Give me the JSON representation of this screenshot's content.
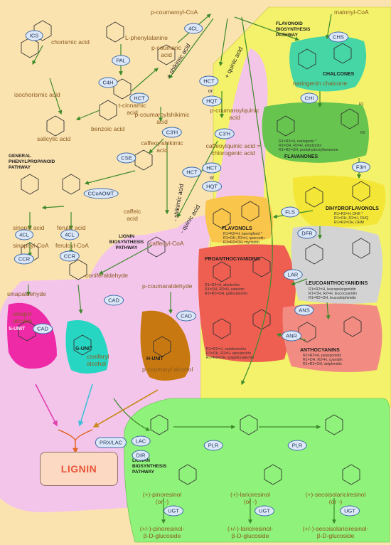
{
  "colors": {
    "background": "#fbe3b0",
    "flavonoid_region": "#f3f26a",
    "lignin_region": "#f2c3ee",
    "lignan_region": "#8ff27a",
    "chalcone": "#46d6a6",
    "flavanone": "#67c44f",
    "dihydroflavonol": "#f4e636",
    "flavonol": "#f9c54a",
    "proanthocyanidin": "#ee5f52",
    "leucoanthocyanidin": "#d3d3d3",
    "anthocyanin": "#f28c82",
    "s_unit": "#ee2aa7",
    "g_unit": "#27d6c2",
    "h_unit": "#c87810",
    "enzyme_fill": "#dce8f8",
    "enzyme_border": "#3d6aa8",
    "lignin_text": "#e8553a"
  },
  "metabolites": {
    "p_coumaroyl_coa": "p-coumaroyl-CoA",
    "malonyl_coa": "malonyl-CoA",
    "chorismic_acid": "chorismic acid",
    "l_phenylalanine": "L-phenylalanine",
    "p_coumaric_acid_1": "p-coumaric",
    "p_coumaric_acid_2": "acid",
    "isochorismic_acid": "isochorismic acid",
    "t_cinnamic_acid": "t-cinnamic",
    "t_cinnamic_acid_2": "acid",
    "benzoic_acid": "benzoic acid",
    "salicylic_acid": "salicylic acid",
    "p_coumaroylshikimic_1": "p-coumaroylshikimic",
    "p_coumaroylshikimic_2": "acid",
    "p_coumaroylquinic_1": "p-coumaroylquinic",
    "p_coumaroylquinic_2": "acid",
    "caffeoylshikimic_1": "caffeoylshikimic",
    "caffeoylshikimic_2": "acid",
    "caffeoylquinic_1": "caffeoylquinic acid =",
    "caffeoylquinic_2": "chlorogenic acid",
    "caffeic_acid_1": "caffeic",
    "caffeic_acid_2": "acid",
    "caffeoyl_coa": "caffeoyl-CoA",
    "sinapic_acid": "sinapic acid",
    "ferulic_acid": "ferulic acid",
    "sinapoyl_coa": "sinapoyl-CoA",
    "feruloyl_coa": "feruloyl-CoA",
    "coniferaldehyde": "coniferaldehyde",
    "sinapaldehyde": "sinapaldehyde",
    "p_coumaraldehyde": "p-coumaraldehyde",
    "coniferyl_alcohol_1": "coniferyl",
    "coniferyl_alcohol_2": "alcohol",
    "sinapyl_alcohol_1": "sinapyl",
    "sinapyl_alcohol_2": "alcohol",
    "p_coumaryl_alcohol": "p-coumaryl alcohol",
    "naringenin_chalcone": "naringenin chalcone",
    "pinoresinol": "(+)-pinoresinol",
    "lariciresinol": "(+)-lariciresinol",
    "secoisolariciresinol": "(+)-secoisolariciresinol",
    "or_minus": "(or -)",
    "pinoresinol_glucoside_1": "(+/-)-pinoresinol-",
    "lariciresinol_glucoside_1": "(+/-)-lariciresinol-",
    "secoisolariciresinol_glucoside_1": "(+/-)-secoisolariciresinol-",
    "glucoside_suffix": "β-D-glucoside"
  },
  "enzymes": {
    "ics": "ICS",
    "pal": "PAL",
    "c4h": "C4H",
    "fourcl": "4CL",
    "hct": "HCT",
    "hqt": "HQT",
    "or": "or",
    "c3h": "C3'H",
    "cse": "CSE",
    "ccoaomt": "CCoAOMT",
    "ccr": "CCR",
    "cad": "CAD",
    "chs": "CHS",
    "chi": "CHI",
    "f3h": "F3H",
    "fls": "FLS",
    "dfr": "DFR",
    "lar": "LAR",
    "ans": "ANS",
    "anr": "ANR",
    "prx_lac": "PRX/LAC",
    "lac": "LAC",
    "dir": "DIR",
    "plr": "PLR",
    "ugt": "UGT"
  },
  "edge_labels": {
    "shikimic_plus": "+ shikimic acid",
    "quinic_plus": "+ quinic acid",
    "shikimic_minus": "- shikimic acid",
    "quinic_minus": "- quinic acid"
  },
  "pathways": {
    "general_1": "GENERAL",
    "general_2": "PHENYLPROPANOID",
    "general_3": "PATHWAY",
    "lignin_1": "LIGNIN",
    "lignin_2": "BIOSYNTHESIS",
    "lignin_3": "PATHWAY",
    "flavonoid_1": "FLAVONOID",
    "flavonoid_2": "BIOSYNTHESIS",
    "flavonoid_3": "PATHWAY",
    "lignan_1": "LIGNAN",
    "lignan_2": "BIOSYNTHESIS",
    "lignan_3": "PATHWAY",
    "lignin": "LIGNIN"
  },
  "units": {
    "s_unit": "S-UNIT",
    "g_unit": "G-UNIT",
    "h_unit": "H-UNIT"
  },
  "flavonoids": {
    "chalcones": "CHALCONES",
    "flavanones": "FLAVANONES",
    "flavanones_l1": "R1=R2=H, naringenin *",
    "flavanones_l2": "R1=OH, R2=H, eriodyctiol",
    "flavanones_l3": "R1=R2=OH, pentahydroxyflavanone",
    "dihydroflavonols": "DIHYDROFLAVONOLS",
    "dihydro_l1": "R1=R2=H, DHK *",
    "dihydro_l2": "R1=OH, R2=H, DHQ",
    "dihydro_l3": "R1=R2=OH, DHM",
    "flavonols": "FLAVONOLS",
    "flavonols_l1": "R1=R2=H, kaempferol *",
    "flavonols_l2": "R1=OH, R2=H, quercetin",
    "flavonols_l3": "R1=R2=OH, myricetin",
    "proanthocyanidins": "PROANTHOCYANIDINS",
    "proantho_l1": "R1=R2=H, afzelechin",
    "proantho_l2": "R1=OH, R2=H, catechin",
    "proantho_l3": "R1=R2=OH, gallocatechin",
    "proantho_l4": "R1=R2=H, epiafzelechin",
    "proantho_l5": "R1=OH, R2=H, epicatechin",
    "proantho_l6": "R1=R2=OH, epigallocatechin",
    "leucoanthocyanidins": "LEUCOANTHOCYANIDINS",
    "leuco_l1": "R1=R2=H, leucopelargonidin",
    "leuco_l2": "R1=OH, R2=H, leucocyanidin",
    "leuco_l3": "R1=R2=OH, leucodelphinidin",
    "anthocyanins": "ANTHOCYANINS",
    "antho_l1": "R1=R2=H, pelargonidin",
    "antho_l2": "R1=OH, R2=H, cyanidin",
    "antho_l3": "R1=R2=OH, delphinidin",
    "r1": "R1",
    "r2": "R2"
  }
}
